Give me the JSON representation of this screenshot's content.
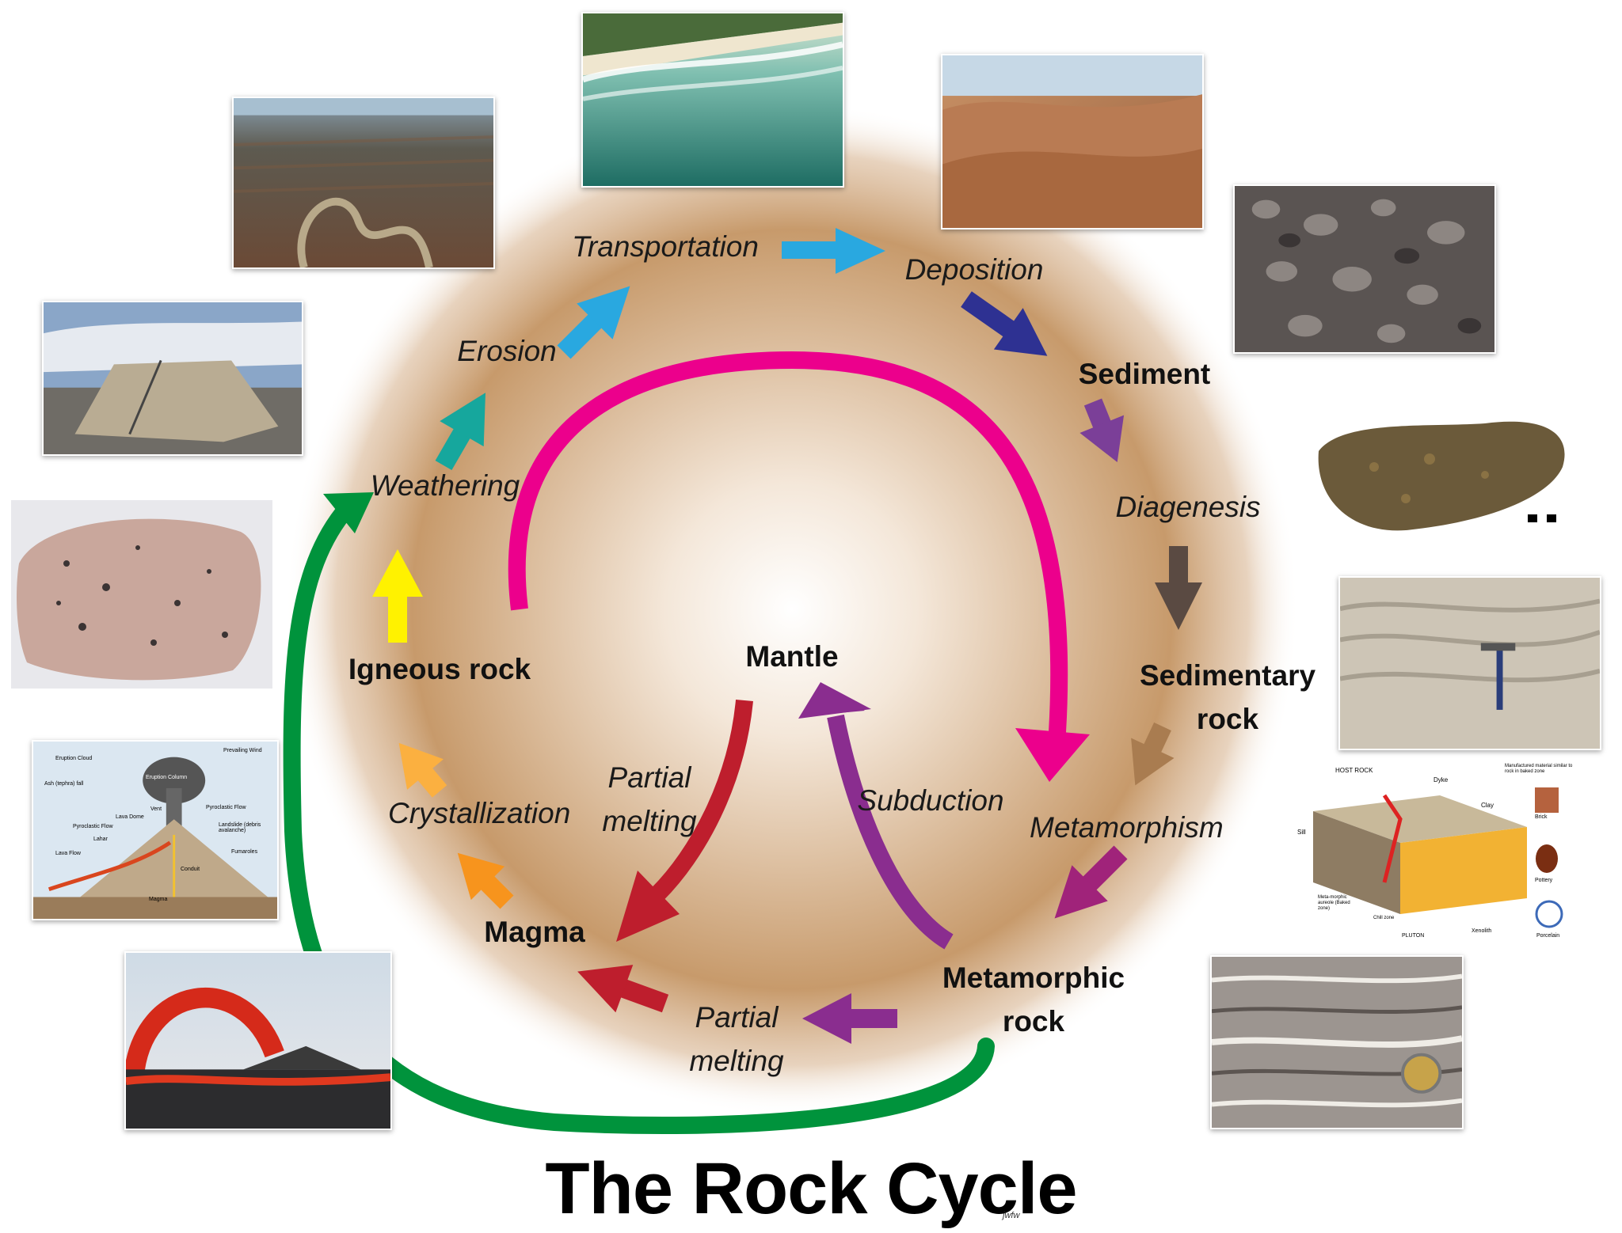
{
  "title": "The Rock Cycle",
  "credit": "jwfw",
  "stages": {
    "sediment": "Sediment",
    "sedimentary_rock": "Sedimentary\nrock",
    "metamorphic_rock": "Metamorphic\nrock",
    "magma": "Magma",
    "igneous_rock": "Igneous rock",
    "mantle": "Mantle"
  },
  "processes": {
    "transportation": "Transportation",
    "deposition": "Deposition",
    "erosion": "Erosion",
    "weathering": "Weathering",
    "diagenesis": "Diagenesis",
    "metamorphism": "Metamorphism",
    "subduction": "Subduction",
    "partial_melting_mantle": "Partial\nmelting",
    "partial_melting_lower": "Partial\nmelting",
    "crystallization": "Crystallization"
  },
  "colors": {
    "transportation_arrow": "#29a8e0",
    "deposition_arrow": "#1f7bc6",
    "sediment_arrow": "#2e3192",
    "diagenesis_arrow": "#7b3f98",
    "sedimentary_arrow": "#5a4a42",
    "metamorphism_arrow": "#a97c50",
    "metamorphic_arrow": "#a0237a",
    "subduction_arrow": "#8a2d8f",
    "partial_melting_arrow": "#8a2d8f",
    "magma_arrow": "#be1e2d",
    "crystallization_arrow": "#f7941d",
    "igneous_arrow": "#fbb040",
    "weathering_arrow": "#fff200",
    "erosion_arrow": "#16a79d",
    "uplift_arrow": "#00933c",
    "cycle_arrow": "#ec008c",
    "background_glow": "#b98556"
  },
  "block_diagram": {
    "host_rock": "HOST ROCK",
    "dyke": "Dyke",
    "clay": "Clay",
    "sill": "Sill",
    "manufactured": "Manufactured material similar to rock in baked zone",
    "brick": "Brick",
    "pottery": "Pottery",
    "porcelain": "Porcelain",
    "aureole": "Meta-morphic aureole (Baked zone)",
    "chill_zone": "Chill zone",
    "pluton": "PLUTON",
    "xenolith": "Xenolith"
  },
  "volcano_diagram": {
    "eruption_cloud": "Eruption Cloud",
    "prevailing_wind": "Prevailing Wind",
    "eruption_column": "Eruption Column",
    "ash_fall": "Ash (tephra) fall",
    "vent": "Vent",
    "pyroclastic_flow_right": "Pyroclastic Flow",
    "lava_dome": "Lava Dome",
    "pyroclastic_flow_left": "Pyroclastic Flow",
    "landslide": "Landslide (debris avalanche)",
    "lahar": "Lahar",
    "fumaroles": "Fumaroles",
    "lava_flow": "Lava Flow",
    "conduit": "Conduit",
    "magma": "Magma"
  }
}
